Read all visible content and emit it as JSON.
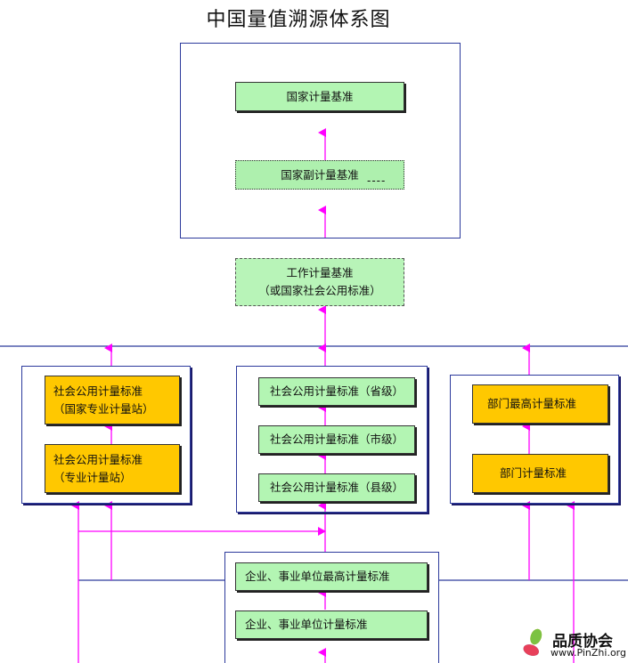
{
  "title": "中国量值溯源体系图",
  "nodes": {
    "national_primary": "国家计量基准",
    "national_secondary": "国家副计量基准",
    "national_secondary_suffix": "----",
    "working_standard_line1": "工作计量基准",
    "working_standard_line2": "（或国家社会公用标准）",
    "social_national_line1": "社会公用计量标准",
    "social_national_line2": "（国家专业计量站）",
    "social_professional_line1": "社会公用计量标准",
    "social_professional_line2": "（专业计量站）",
    "social_province": "社会公用计量标准（省级）",
    "social_city": "社会公用计量标准（市级）",
    "social_county": "社会公用计量标准（县级）",
    "dept_highest": "部门最高计量标准",
    "dept_standard": "部门计量标准",
    "enterprise_highest": "企业、事业单位最高计量标准",
    "enterprise_standard": "企业、事业单位计量标准"
  },
  "logo": {
    "name_cn": "品质协会",
    "url_text": "www.PinZhi.org"
  },
  "colors": {
    "arrow": "#ff00ff",
    "frame": "#2c3a9c",
    "green_fill": "#b3f5b3",
    "yellow_fill": "#ffc800"
  }
}
